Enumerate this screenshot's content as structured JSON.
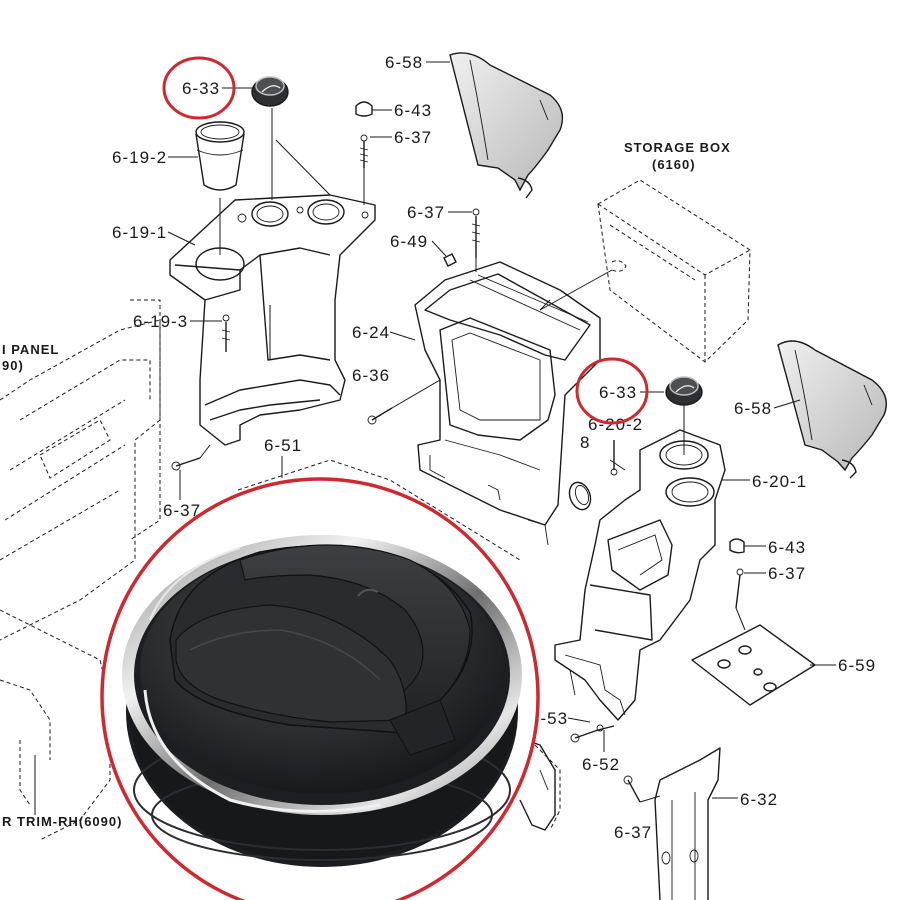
{
  "labels": {
    "l_6_33_top": "6-33",
    "l_6_58_top": "6-58",
    "l_6_43_top": "6-43",
    "l_6_37_top": "6-37",
    "l_6_19_2": "6-19-2",
    "l_6_19_1": "6-19-1",
    "l_6_37_mid": "6-37",
    "l_6_49": "6-49",
    "l_6_24": "6-24",
    "l_6_19_3": "6-19-3",
    "l_6_36": "6-36",
    "l_6_33_mid": "6-33",
    "l_6_58_right": "6-58",
    "l_6_20_2": "6-20-2",
    "l_8": "8",
    "l_6_20_1": "6-20-1",
    "l_6_51": "6-51",
    "l_6_37_left": "6-37",
    "l_6_43_right": "6-43",
    "l_6_37_right": "6-37",
    "l_6_59": "6-59",
    "l_6_53": "6-53",
    "l_6_52": "6-52",
    "l_6_32": "6-32",
    "l_6_37_bottom": "6-37",
    "storage_box_1": "STORAGE BOX",
    "storage_box_2": "(6160)",
    "i_panel_1": "I PANEL",
    "i_panel_2": "90)",
    "trim_rh": "R TRIM-RH(6090)"
  },
  "colors": {
    "highlight_ring": "#d0282f",
    "line": "#1a1a1a",
    "part_fill": "#d9d9d9"
  },
  "icons": {
    "vent_photo": "round-air-vent-icon"
  }
}
